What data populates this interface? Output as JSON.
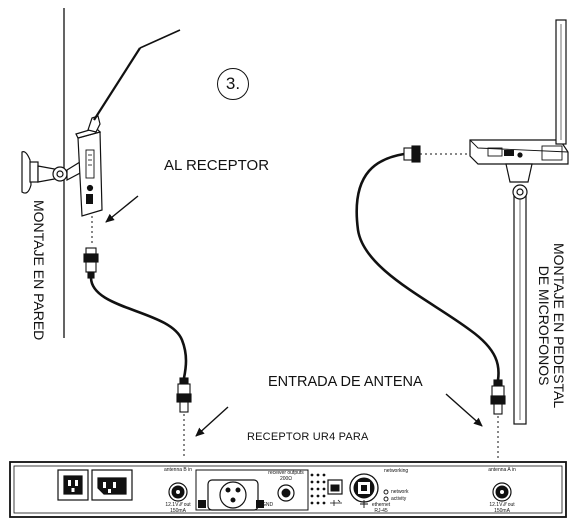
{
  "labels": {
    "step": "3.",
    "to_receiver": "AL RECEPTOR",
    "antenna_input": "ENTRADA DE ANTENA",
    "receiver_model": "RECEPTOR UR4 PARA",
    "wall_mount": "MONTAJE EN PARED",
    "stand_mount_line1": "MONTAJE EN PEDESTAL",
    "stand_mount_line2": "DE MICROFONOS"
  },
  "panel": {
    "antenna_b": "antenna B in",
    "antenna_b_power_1": "12.1V ⁄⁄⁄ out",
    "antenna_b_power_2": "150mA",
    "receiver_outputs": "receiver outputs",
    "receiver_outputs_imp": "200Ω",
    "gnd": "GND",
    "networking": "networking",
    "network": "network",
    "activity": "activity",
    "ethernet_1": "ethernet",
    "ethernet_2": "RJ-45",
    "antenna_a": "antenna A in",
    "antenna_a_power_1": "12.1V ⁄⁄⁄ out",
    "antenna_a_power_2": "150mA"
  },
  "icons": [
    "antenna-icon",
    "bnc-connector-icon",
    "xlr-connector-icon",
    "usb-icon",
    "ethernet-icon",
    "ac-power-inlet-icon"
  ],
  "colors": {
    "line": "#111111",
    "background": "#ffffff",
    "panel": "#ffffff"
  }
}
